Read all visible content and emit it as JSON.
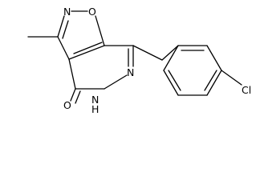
{
  "structure": {
    "atoms": {
      "N": "N",
      "O": "O",
      "NH": "N",
      "H": "H",
      "carbonyl_O": "O",
      "Cl": "Cl"
    }
  }
}
